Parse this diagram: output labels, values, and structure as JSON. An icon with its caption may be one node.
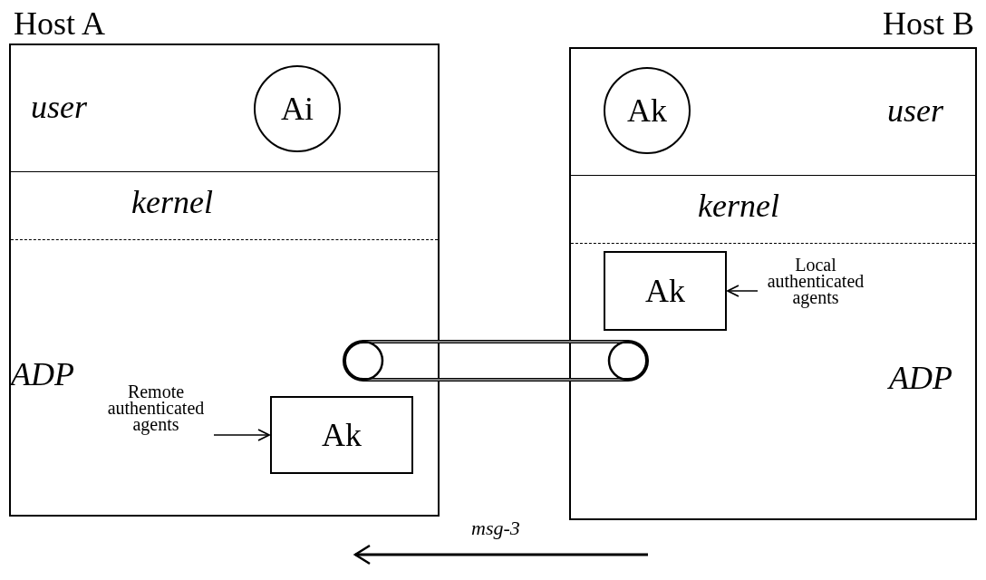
{
  "diagram": {
    "nodes": [
      {
        "text": [
          "Host A"
        ]
      },
      {
        "text": [
          "user"
        ],
        "in": 0
      },
      {
        "text": [
          "Ai"
        ],
        "in": 1
      },
      {
        "text": [
          "kernel"
        ],
        "in": 0
      },
      {
        "text": [
          "ADP"
        ],
        "in": 0
      },
      {
        "text": [
          "Ak"
        ],
        "in": 4
      },
      {
        "text": [
          "Remote authenticated agents"
        ],
        "in": 4
      },
      {
        "text": [
          "Host B"
        ]
      },
      {
        "text": [
          "user"
        ],
        "in": 7
      },
      {
        "text": [
          "Ak"
        ],
        "in": 8
      },
      {
        "text": [
          "kernel"
        ],
        "in": 7
      },
      {
        "text": [
          "ADP"
        ],
        "in": 7
      },
      {
        "text": [
          "Ak"
        ],
        "in": 11
      },
      {
        "text": [
          "Local authenticated agents"
        ],
        "in": 11
      },
      {
        "text": [],
        "shape": "cylinder"
      }
    ],
    "edges": [
      {
        "from": 6,
        "to": 5,
        "arrow": "to"
      },
      {
        "from": 13,
        "to": 12,
        "arrow": "to"
      }
    ],
    "labels": [
      "msg-3"
    ]
  }
}
